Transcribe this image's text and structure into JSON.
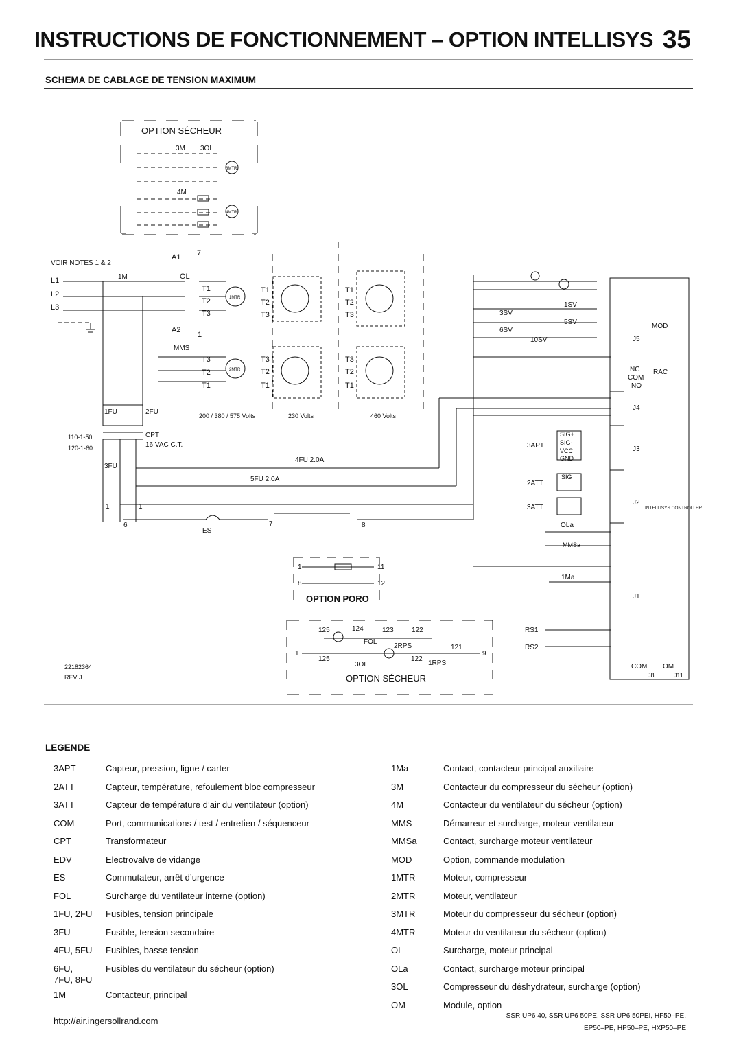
{
  "header": {
    "title": "INSTRUCTIONS DE FONCTIONNEMENT – OPTION INTELLISYS",
    "page_number": "35"
  },
  "section": {
    "title": "SCHEMA DE CABLAGE DE TENSION MAXIMUM"
  },
  "diagram": {
    "option_secheur_top": "OPTION SÉCHEUR",
    "option_secheur_bottom": "OPTION SÉCHEUR",
    "option_poro": "OPTION PORO",
    "voir_notes": "VOIR NOTES 1 & 2",
    "doc_number": "22182364",
    "revision": "REV J",
    "voltages": [
      "200 / 380 / 575 Volts",
      "230 Volts",
      "460 Volts"
    ],
    "cpt_label": "CPT",
    "cpt_rating": "16 VAC C.T.",
    "transformer_taps": [
      "110-1-50",
      "120-1-60"
    ],
    "fuse_4fu": "4FU 2.0A",
    "fuse_5fu": "5FU 2.0A",
    "mod": "MOD",
    "rac": "RAC",
    "intellisys_controller": "INTELLISYS CONTROLLER"
  },
  "legend": {
    "title": "LEGENDE",
    "left": [
      {
        "code": "3APT",
        "desc": "Capteur, pression, ligne / carter"
      },
      {
        "code": "2ATT",
        "desc": "Capteur, température, refoulement bloc compresseur"
      },
      {
        "code": "3ATT",
        "desc": "Capteur de température d’air du ventilateur (option)"
      },
      {
        "code": "COM",
        "desc": "Port, communications / test / entretien / séquenceur"
      },
      {
        "code": "CPT",
        "desc": "Transformateur"
      },
      {
        "code": "EDV",
        "desc": "Electrovalve de vidange"
      },
      {
        "code": "ES",
        "desc": "Commutateur, arrêt d’urgence"
      },
      {
        "code": "FOL",
        "desc": "Surcharge du ventilateur interne (option)"
      },
      {
        "code": "1FU, 2FU",
        "desc": "Fusibles, tension principale"
      },
      {
        "code": "3FU",
        "desc": "Fusible, tension secondaire"
      },
      {
        "code": "4FU, 5FU",
        "desc": "Fusibles, basse tension"
      },
      {
        "code": "6FU,\n7FU, 8FU",
        "desc": "Fusibles du ventilateur du sécheur (option)"
      },
      {
        "code": "1M",
        "desc": "Contacteur, principal"
      }
    ],
    "right": [
      {
        "code": "1Ma",
        "desc": "Contact, contacteur principal auxiliaire"
      },
      {
        "code": "3M",
        "desc": "Contacteur du compresseur du sécheur (option)"
      },
      {
        "code": "4M",
        "desc": "Contacteur du ventilateur du sécheur (option)"
      },
      {
        "code": "MMS",
        "desc": "Démarreur et surcharge, moteur ventilateur"
      },
      {
        "code": "MMSa",
        "desc": "Contact, surcharge moteur ventilateur"
      },
      {
        "code": "MOD",
        "desc": "Option, commande modulation"
      },
      {
        "code": "1MTR",
        "desc": "Moteur, compresseur"
      },
      {
        "code": "2MTR",
        "desc": "Moteur, ventilateur"
      },
      {
        "code": "3MTR",
        "desc": "Moteur du compresseur du sécheur (option)"
      },
      {
        "code": "4MTR",
        "desc": "Moteur du ventilateur du sécheur (option)"
      },
      {
        "code": "OL",
        "desc": "Surcharge, moteur principal"
      },
      {
        "code": "OLa",
        "desc": "Contact, surcharge moteur principal"
      },
      {
        "code": "3OL",
        "desc": "Compresseur du déshydrateur, surcharge (option)"
      },
      {
        "code": "OM",
        "desc": "Module, option"
      }
    ]
  },
  "footer": {
    "url": "http://air.ingersollrand.com",
    "models_line1": "SSR UP6 40, SSR UP6 50PE, SSR UP6 50PEI, HF50–PE,",
    "models_line2": "EP50–PE, HP50–PE, HXP50–PE"
  }
}
